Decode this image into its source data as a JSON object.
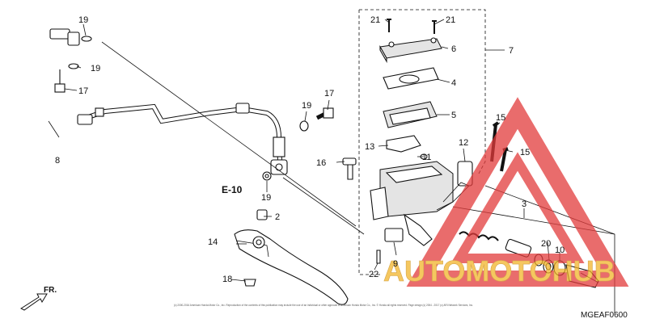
{
  "diagram": {
    "code": "MGEAF0600",
    "ref_e10": "E-10",
    "front_label": "FR.",
    "copyright": "(c) 2000-2016 American Honda Motor Co., Inc. Reproduction of the contents of this publication may include the use of an individual or other approval of American Honda Motor Co., Inc. © Honda all rights reserved. Page design (c) 2004 - 2017 (c) ARI Network Services, Inc.",
    "watermark_text": "AUTOMOTOHUB",
    "callouts": {
      "c2": "2",
      "c3": "3",
      "c4": "4",
      "c5": "5",
      "c6": "6",
      "c7": "7",
      "c8": "8",
      "c9": "9",
      "c10": "10",
      "c11": "11",
      "c12": "12",
      "c13": "13",
      "c14": "14",
      "c15a": "15",
      "c15b": "15",
      "c16": "16",
      "c17a": "17",
      "c17b": "17",
      "c18": "18",
      "c19a": "19",
      "c19b": "19",
      "c19c": "19",
      "c19d": "19",
      "c20": "20",
      "c21a": "21",
      "c21b": "21",
      "c22": "22"
    }
  },
  "colors": {
    "line": "#111111",
    "watermark": "#e23b3b",
    "watermark_text": "#f2b52a"
  }
}
